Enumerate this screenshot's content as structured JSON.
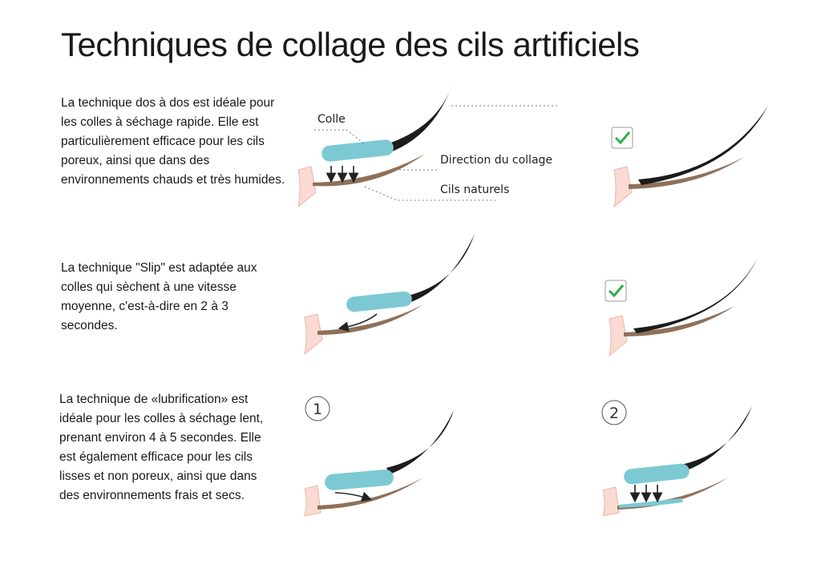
{
  "title": "Techniques de collage des cils artificiels",
  "techniques": [
    {
      "text": "La technique dos à dos est idéale pour les colles à séchage rapide. Elle est particulièrement efficace pour les cils poreux, ainsi que dans des environnements chauds et très humides."
    },
    {
      "text": "La technique \"Slip\" est adaptée aux colles qui sèchent à une vitesse moyenne, c'est-à-dire en 2 à 3 secondes."
    },
    {
      "text": "La technique de «lubrification» est idéale pour les colles à séchage lent, prenant environ 4 à 5 secondes. Elle est également efficace pour les cils lisses et non poreux, ainsi que dans des environnements frais et secs."
    }
  ],
  "labels": {
    "glue": "Colle",
    "direction": "Direction du collage",
    "natural": "Cils naturels"
  },
  "steps": [
    "1",
    "2"
  ],
  "colors": {
    "glue": "#7cc9d4",
    "natural_lash": "#8f7058",
    "artificial_lash": "#1c1c1c",
    "eyelid": "#fadad2",
    "check": "#2fae4b"
  },
  "icons": [
    "check-icon",
    "arrow-down-icon",
    "curved-arrow-icon",
    "eyelid-icon"
  ]
}
